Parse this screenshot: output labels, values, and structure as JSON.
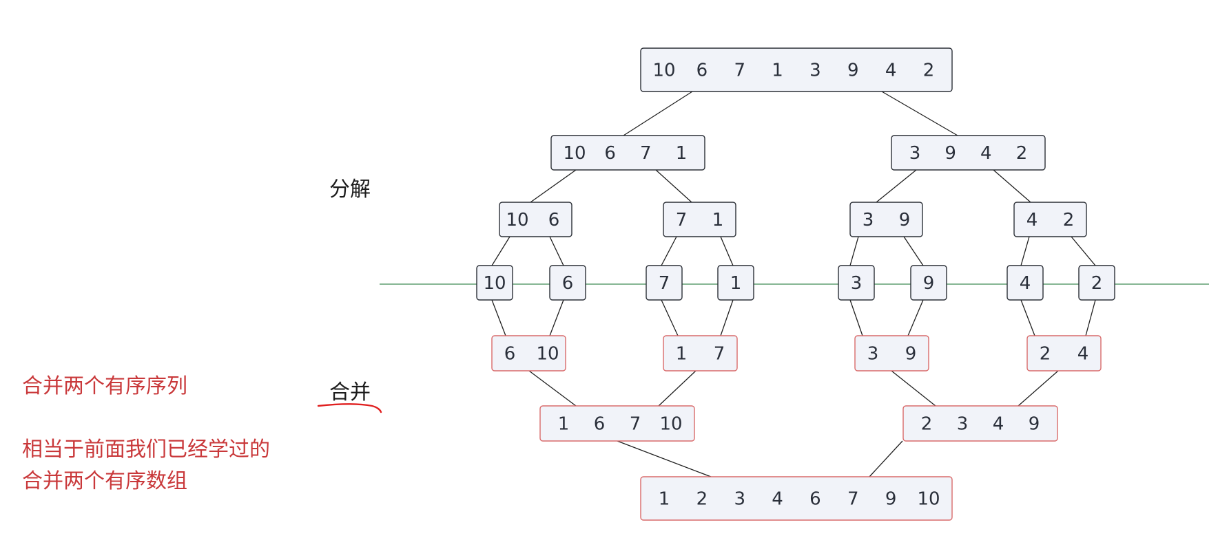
{
  "labels": {
    "split": "分解",
    "merge": "合并"
  },
  "notes": [
    "合并两个有序序列",
    "相当于前面我们已经学过的",
    "合并两个有序数组"
  ],
  "colors": {
    "split_border": "#2b2f36",
    "merge_border": "#d96a6a",
    "node_fill": "#f1f3f9",
    "divider": "#3d8a55",
    "note_text": "#c9383a",
    "underline": "#e02020"
  },
  "tree": {
    "root": [
      "10",
      "6",
      "7",
      "1",
      "3",
      "9",
      "4",
      "2"
    ],
    "split_level_1": [
      [
        "10",
        "6",
        "7",
        "1"
      ],
      [
        "3",
        "9",
        "4",
        "2"
      ]
    ],
    "split_level_2": [
      [
        "10",
        "6"
      ],
      [
        "7",
        "1"
      ],
      [
        "3",
        "9"
      ],
      [
        "4",
        "2"
      ]
    ],
    "leaves": [
      [
        "10"
      ],
      [
        "6"
      ],
      [
        "7"
      ],
      [
        "1"
      ],
      [
        "3"
      ],
      [
        "9"
      ],
      [
        "4"
      ],
      [
        "2"
      ]
    ],
    "merge_level_1": [
      [
        "6",
        "10"
      ],
      [
        "1",
        "7"
      ],
      [
        "3",
        "9"
      ],
      [
        "2",
        "4"
      ]
    ],
    "merge_level_2": [
      [
        "1",
        "6",
        "7",
        "10"
      ],
      [
        "2",
        "3",
        "4",
        "9"
      ]
    ],
    "result": [
      "1",
      "2",
      "3",
      "4",
      "6",
      "7",
      "9",
      "10"
    ]
  }
}
